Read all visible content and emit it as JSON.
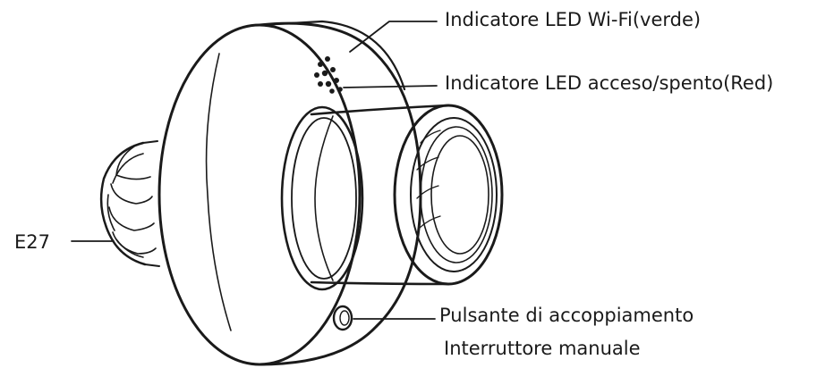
{
  "labels": {
    "wifi_led": "Indicatore LED Wi-Fi(verde)",
    "power_led": "Indicatore LED acceso/spento(Red)",
    "pairing_button": "Pulsante di accoppiamento",
    "manual_switch": "Interruttore manuale",
    "base": "E27"
  }
}
